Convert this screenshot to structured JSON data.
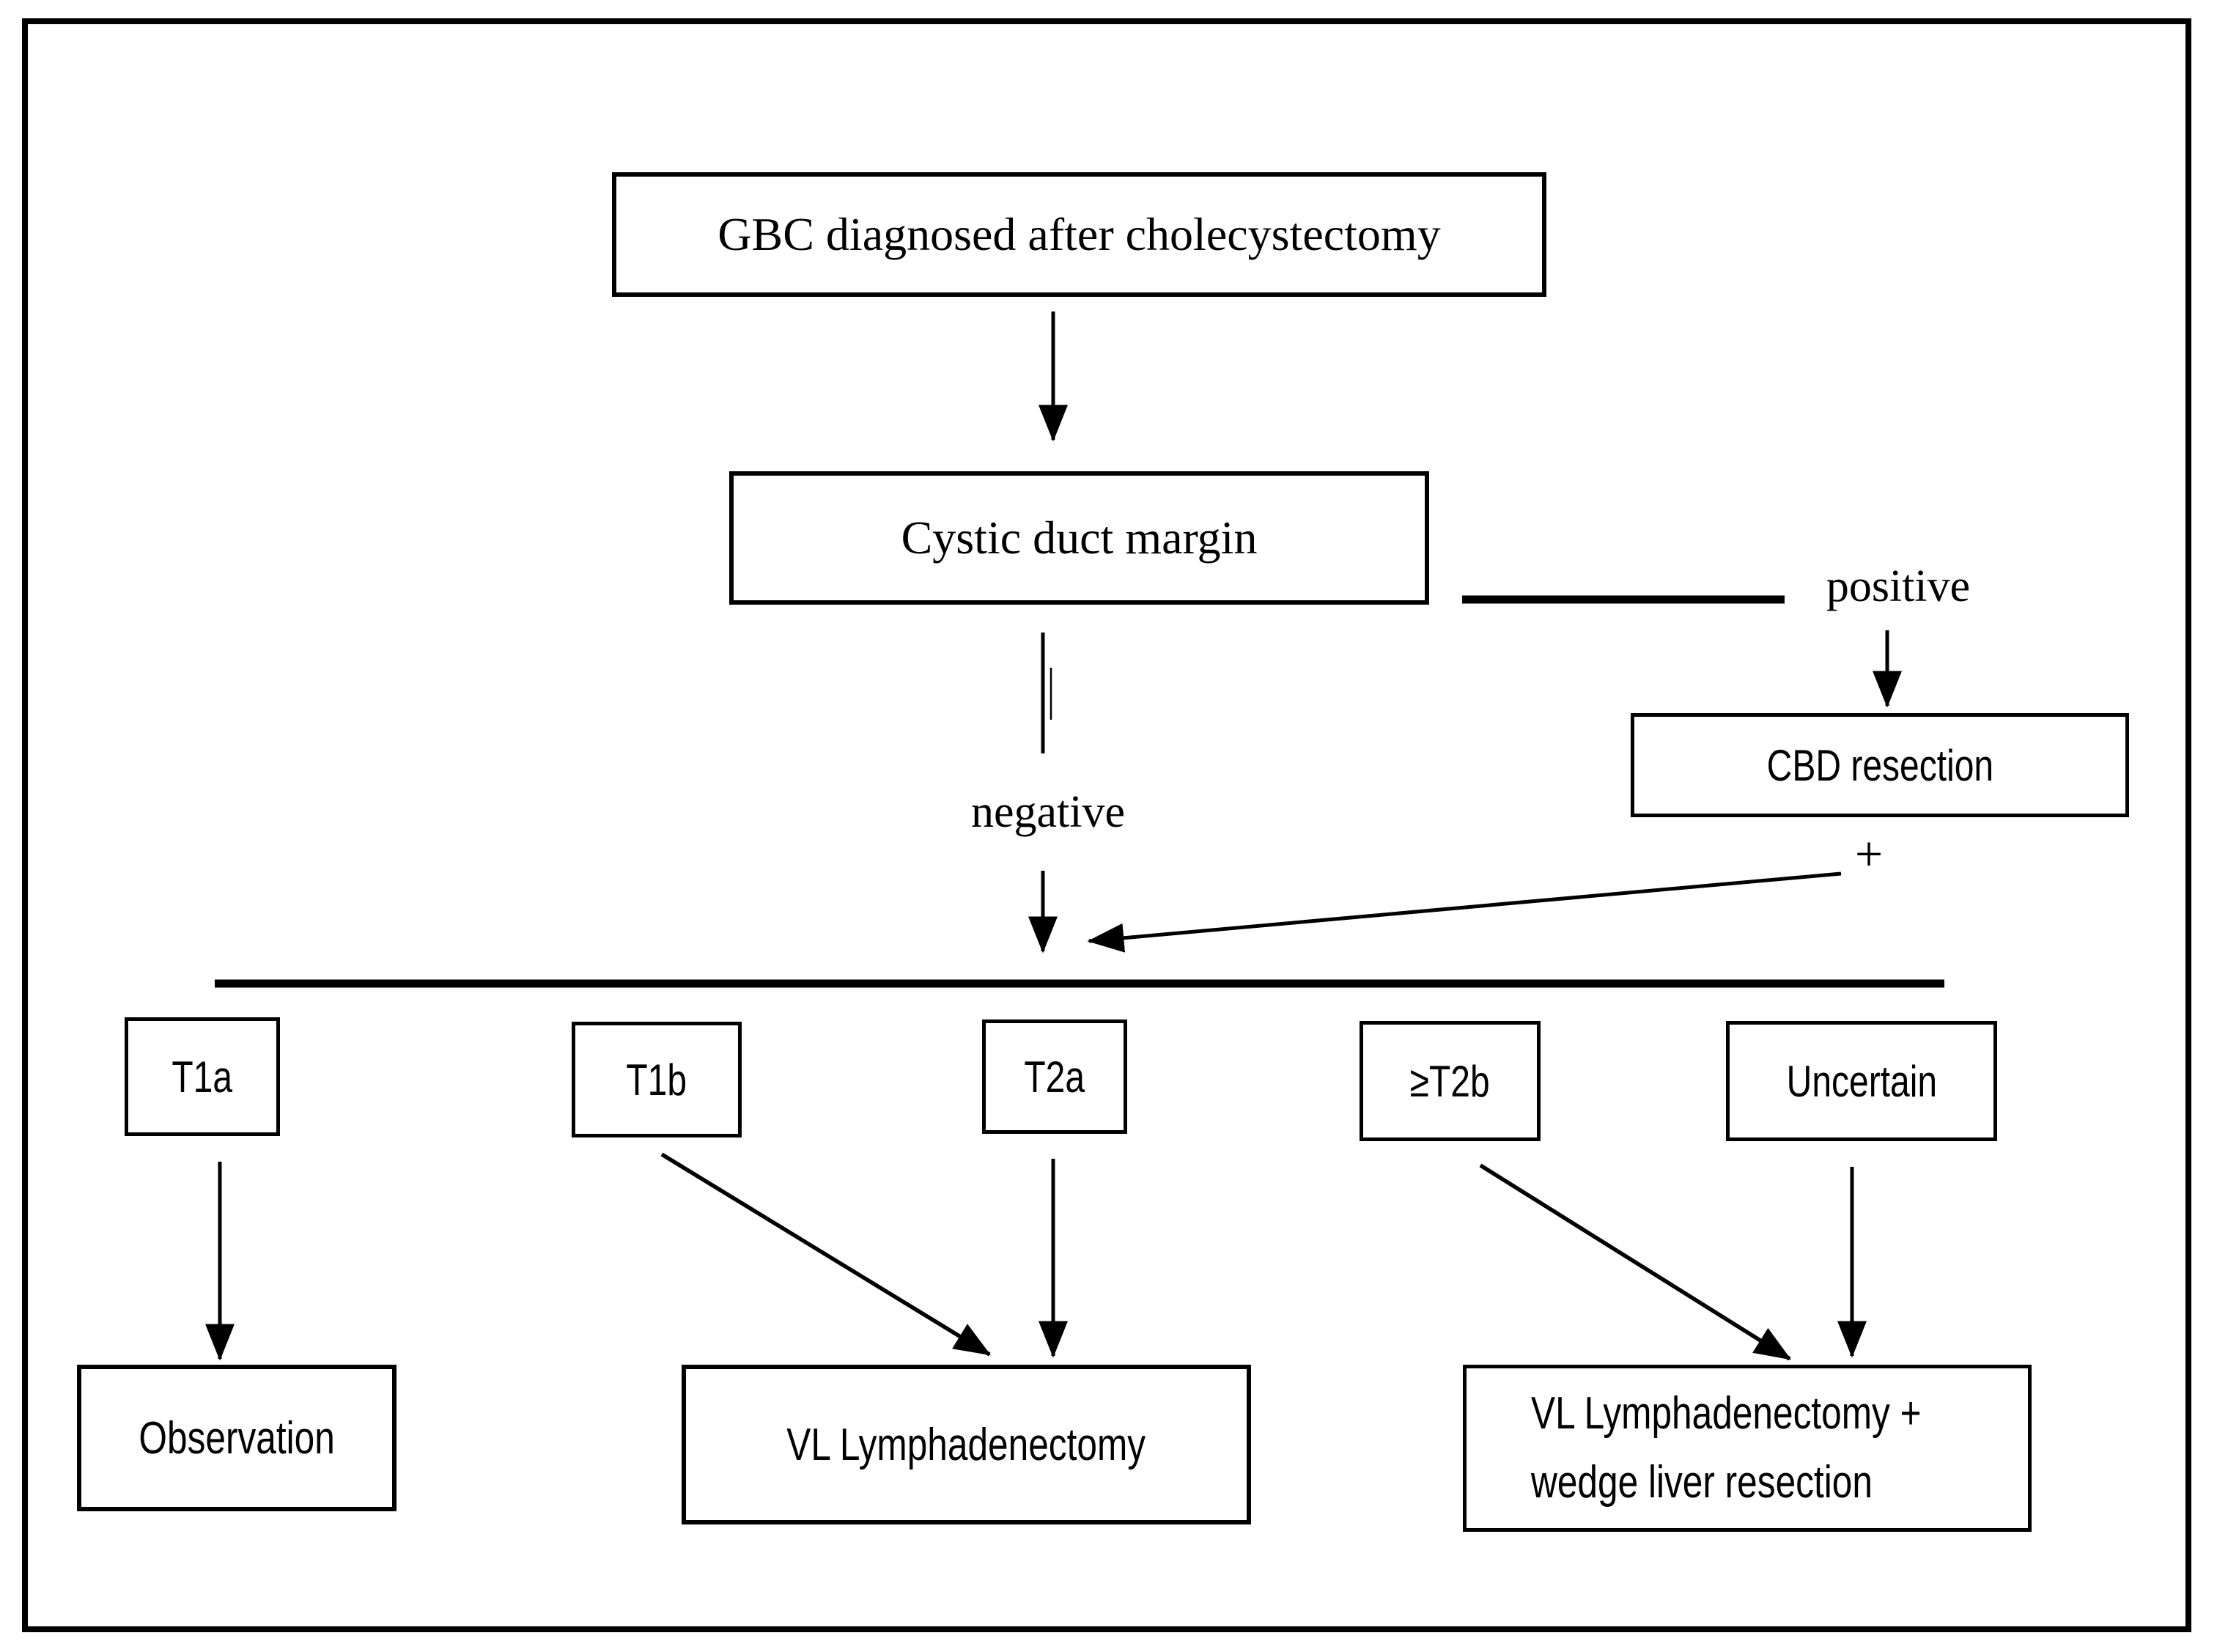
{
  "figure": {
    "background_color": "#ffffff",
    "line_color": "#000000",
    "nodes": {
      "gbc": "GBC diagnosed after cholecystectomy",
      "cystic": "Cystic duct margin",
      "cbd": "CBD resection",
      "t1a": "T1a",
      "t1b": "T1b",
      "t2a": "T2a",
      "t2b": "≥T2b",
      "uncertain": "Uncertain",
      "observation": "Observation",
      "vl": "VL Lymphadenectomy",
      "vl_wedge_line1": "VL Lymphadenectomy +",
      "vl_wedge_line2": "wedge liver resection"
    },
    "edge_labels": {
      "positive": "positive",
      "negative": "negative",
      "plus": "+"
    }
  }
}
